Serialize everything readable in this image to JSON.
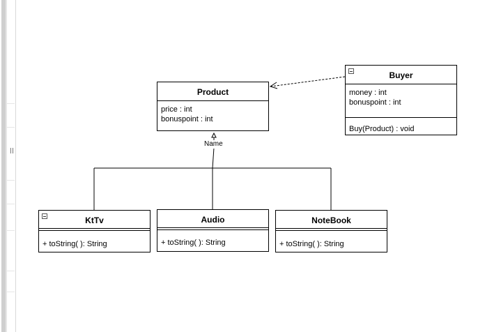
{
  "classes": {
    "product": {
      "name": "Product",
      "attributes": [
        "price : int",
        "bonuspoint : int"
      ]
    },
    "buyer": {
      "name": "Buyer",
      "attributes": [
        "money : int",
        "bonuspoint : int"
      ],
      "operations": [
        "Buy(Product) : void"
      ]
    },
    "kttv": {
      "name": "KtTv",
      "operations": [
        "+ toString( ): String"
      ]
    },
    "audio": {
      "name": "Audio",
      "operations": [
        "+ toString( ): String"
      ]
    },
    "notebook": {
      "name": "NoteBook",
      "operations": [
        "+ toString( ): String"
      ]
    }
  },
  "edges": {
    "inheritance_label": "Name"
  }
}
